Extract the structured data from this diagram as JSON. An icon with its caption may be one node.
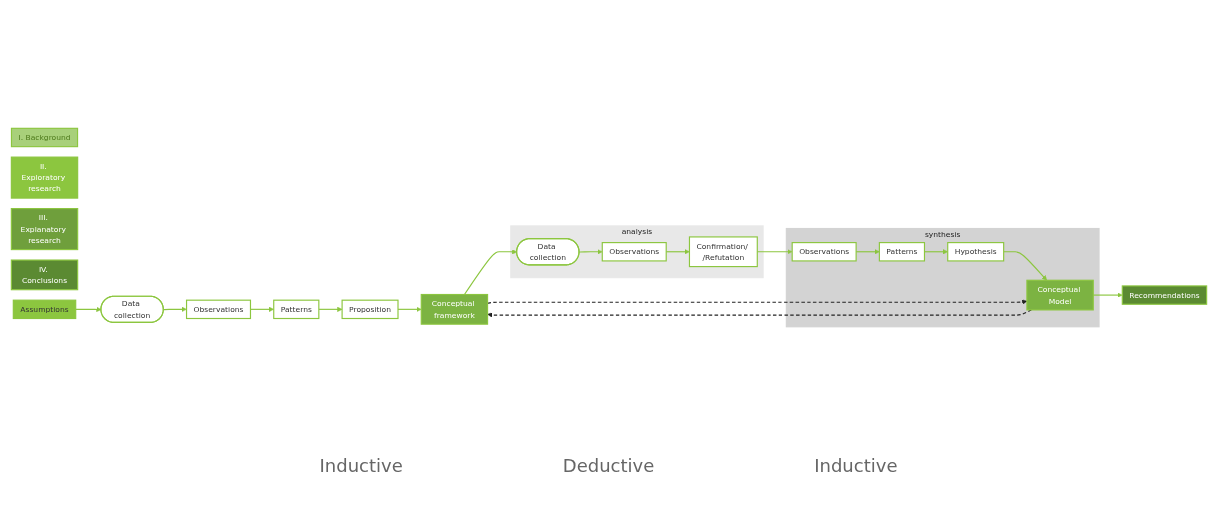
{
  "diagram": {
    "nodes": [
      {
        "text": [
          "I. Background"
        ]
      },
      {
        "text": [
          "II. Exploratory research"
        ]
      },
      {
        "text": [
          "III. Explanatory research"
        ]
      },
      {
        "text": [
          "IV. Conclusions"
        ]
      },
      {
        "text": [
          "Assumptions"
        ]
      },
      {
        "text": [
          "Data collection"
        ]
      },
      {
        "text": [
          "Observations"
        ]
      },
      {
        "text": [
          "Patterns"
        ]
      },
      {
        "text": [
          "Proposition"
        ]
      },
      {
        "text": [
          "Conceptual framework"
        ]
      },
      {
        "text": [
          "synthesis"
        ]
      },
      {
        "text": [
          "Conceptual Model"
        ],
        "in": 10
      },
      {
        "text": [
          "Recommendations"
        ]
      },
      {
        "text": [
          "Hypothesis"
        ],
        "in": 10
      },
      {
        "text": [
          "Patterns"
        ],
        "in": 10
      },
      {
        "text": [
          "Observations"
        ],
        "in": 10
      },
      {
        "text": [
          "analysis"
        ]
      },
      {
        "text": [
          "Data collection"
        ],
        "in": 16
      },
      {
        "text": [
          "Observations"
        ],
        "in": 16
      },
      {
        "text": [
          "Confirmation/ /Refutation"
        ],
        "in": 16
      }
    ],
    "edges": [
      {
        "from": 4,
        "to": 5,
        "arrow": "to"
      },
      {
        "from": 5,
        "to": 6,
        "arrow": "to"
      },
      {
        "from": 6,
        "to": 7,
        "arrow": "to"
      },
      {
        "from": 7,
        "to": 8,
        "arrow": "to"
      },
      {
        "from": 8,
        "to": 9,
        "arrow": "to"
      },
      {
        "from": 9,
        "to": 17,
        "arrow": "to"
      },
      {
        "from": 17,
        "to": 18,
        "arrow": "to"
      },
      {
        "from": 18,
        "to": 19,
        "arrow": "to"
      },
      {
        "from": 19,
        "to": 15,
        "arrow": "to"
      },
      {
        "from": 15,
        "to": 14,
        "arrow": "to"
      },
      {
        "from": 14,
        "to": 13,
        "arrow": "to"
      },
      {
        "from": 13,
        "to": 11,
        "arrow": "to"
      },
      {
        "from": 11,
        "to": 12,
        "arrow": "to"
      },
      {
        "from": 9,
        "to": 11,
        "arrow": "to",
        "style": "dashed",
        "color": "#222222"
      },
      {
        "from": 11,
        "to": 9,
        "arrow": "to",
        "style": "dashed",
        "color": "#222222"
      }
    ],
    "labels": [
      "Inductive",
      "Deductive",
      "Inductive"
    ]
  }
}
